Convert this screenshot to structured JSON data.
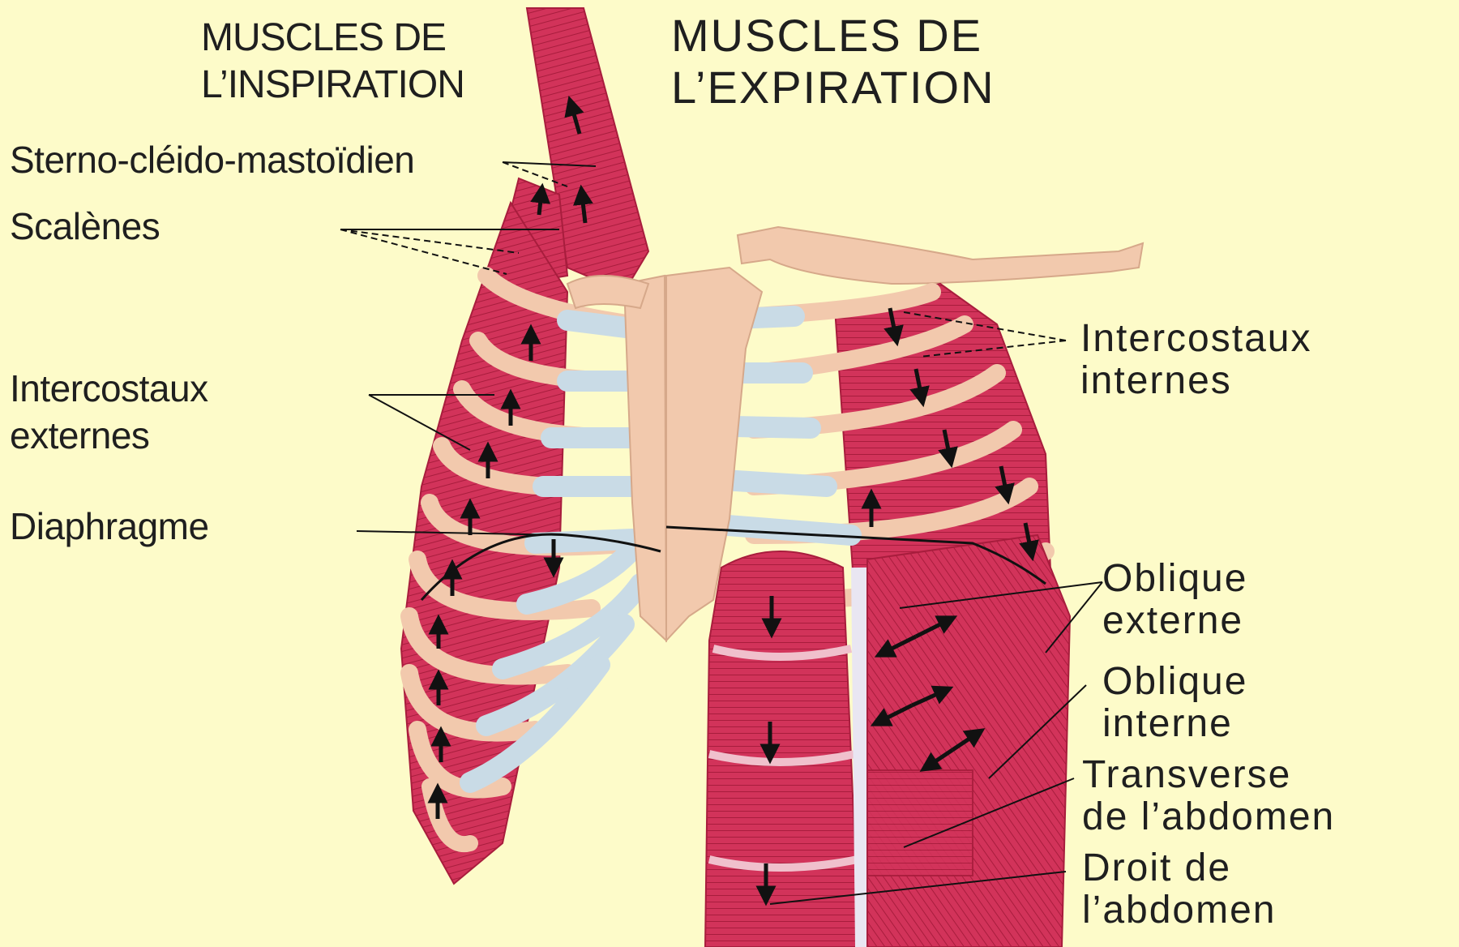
{
  "titles": {
    "inspiration": {
      "line1": "MUSCLES DE",
      "line2": "L’INSPIRATION"
    },
    "expiration": {
      "line1": "MUSCLES DE",
      "line2": "L’EXPIRATION"
    }
  },
  "labels_left": {
    "scm": "Sterno-cléido-mastoïdien",
    "scalenes": "Scalènes",
    "intercostaux_externes": {
      "line1": "Intercostaux",
      "line2": "externes"
    },
    "diaphragme": "Diaphragme"
  },
  "labels_right": {
    "intercostaux_internes": {
      "line1": "Intercostaux",
      "line2": "internes"
    },
    "oblique_externe": {
      "line1": "Oblique",
      "line2": "externe"
    },
    "oblique_interne": {
      "line1": "Oblique",
      "line2": "interne"
    },
    "transverse": {
      "line1": "Transverse",
      "line2": "de l’abdomen"
    },
    "droit": {
      "line1": "Droit de",
      "line2": "l’abdomen"
    }
  },
  "colors": {
    "background": "#fdfbc9",
    "muscle": "#cf2f52",
    "muscle_dark": "#a81d3d",
    "bone": "#f2c9ad",
    "cartilage": "#c9dbe6",
    "text": "#1f1f1f"
  }
}
